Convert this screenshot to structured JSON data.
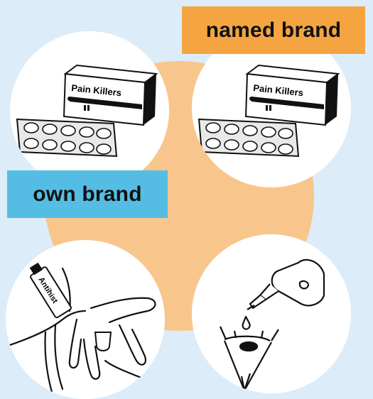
{
  "labels": {
    "named_brand": "named brand",
    "own_brand": "own brand"
  },
  "illustrations": {
    "top_left": {
      "box_text": "Pain Killers",
      "icon": "painkiller-box-icon"
    },
    "top_right": {
      "box_text": "Pain Killers",
      "icon": "painkiller-box-icon"
    },
    "bottom_left": {
      "tube_text": "Antihist",
      "icon": "cream-tube-hand-icon"
    },
    "bottom_right": {
      "icon": "eye-drops-icon"
    }
  },
  "colors": {
    "background": "#dcecf8",
    "disc": "#f8c68c",
    "named_brand_label": "#f4a541",
    "own_brand_label": "#55bde3"
  }
}
